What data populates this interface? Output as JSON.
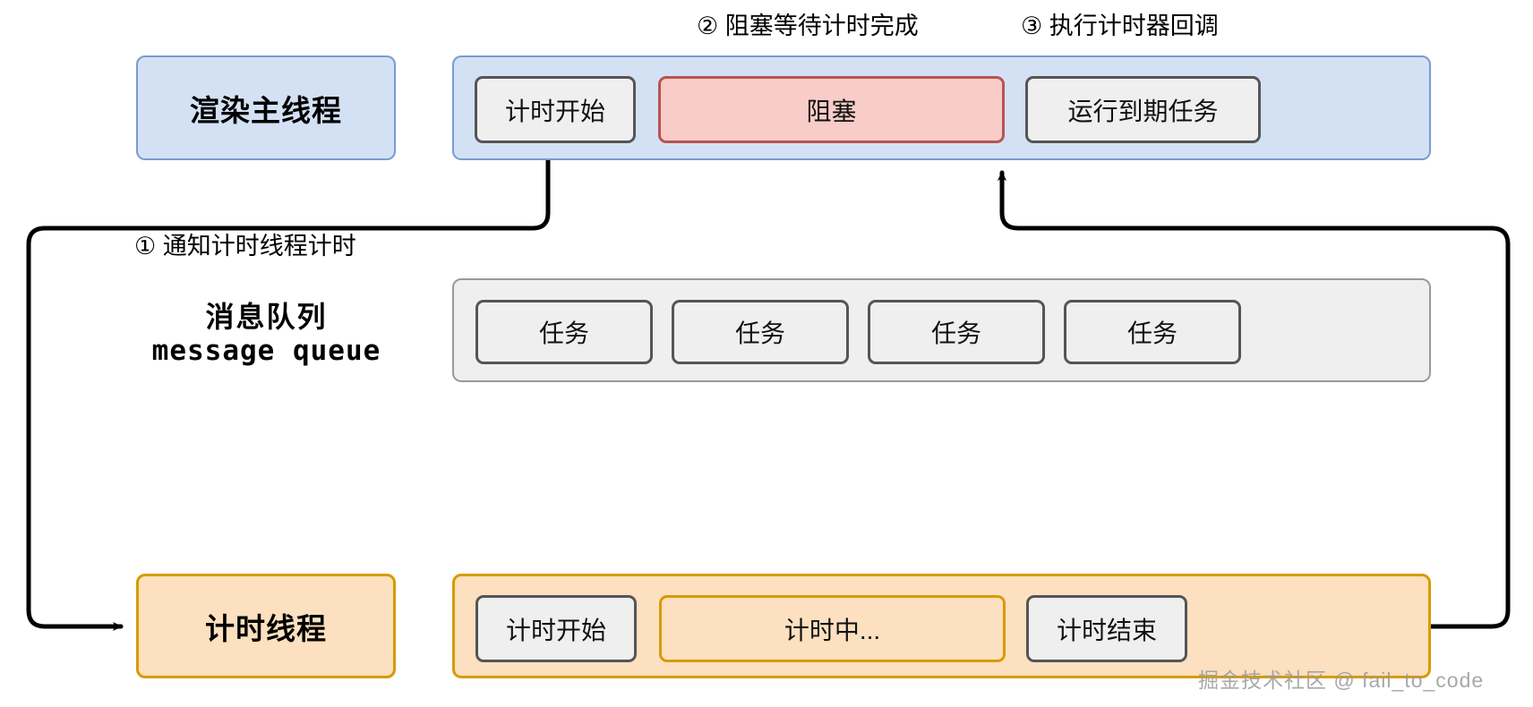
{
  "diagram": {
    "title": "Renderer main thread / timer thread blocking timer diagram",
    "watermark": "掘金技术社区 @ fail_to_code",
    "colors": {
      "lane_blue_fill": "#d4e1f5",
      "lane_blue_border": "#7a9ccd",
      "lane_orange_fill": "#fce0c0",
      "lane_orange_border": "#d79b00",
      "lane_gray_fill": "#efefef",
      "lane_gray_border": "#9a9a9a",
      "chip_gray_fill": "#efefef",
      "chip_gray_border": "#555555",
      "chip_red_fill": "#f8ccc8",
      "chip_red_border": "#b85450",
      "arrow": "#000000"
    }
  },
  "steps": [
    {
      "id": "step1",
      "label": "① 通知计时线程计时"
    },
    {
      "id": "step2",
      "label": "② 阻塞等待计时完成"
    },
    {
      "id": "step3",
      "label": "③ 执行计时器回调"
    }
  ],
  "lanes": [
    {
      "id": "main-thread",
      "title": "渲染主线程",
      "style": "blue",
      "chips": [
        {
          "id": "timer-start",
          "label": "计时开始",
          "style": "gray"
        },
        {
          "id": "blocked",
          "label": "阻塞",
          "style": "red"
        },
        {
          "id": "run-task",
          "label": "运行到期任务",
          "style": "gray"
        }
      ]
    },
    {
      "id": "message-queue",
      "title_cn": "消息队列",
      "title_en": "message queue",
      "style": "gray",
      "chips": [
        {
          "id": "task-1",
          "label": "任务",
          "style": "gray"
        },
        {
          "id": "task-2",
          "label": "任务",
          "style": "gray"
        },
        {
          "id": "task-3",
          "label": "任务",
          "style": "gray"
        },
        {
          "id": "task-4",
          "label": "任务",
          "style": "gray"
        }
      ]
    },
    {
      "id": "timer-thread",
      "title": "计时线程",
      "style": "orange",
      "chips": [
        {
          "id": "t-start",
          "label": "计时开始",
          "style": "gray"
        },
        {
          "id": "t-running",
          "label": "计时中...",
          "style": "orange"
        },
        {
          "id": "t-end",
          "label": "计时结束",
          "style": "gray"
        }
      ]
    }
  ]
}
